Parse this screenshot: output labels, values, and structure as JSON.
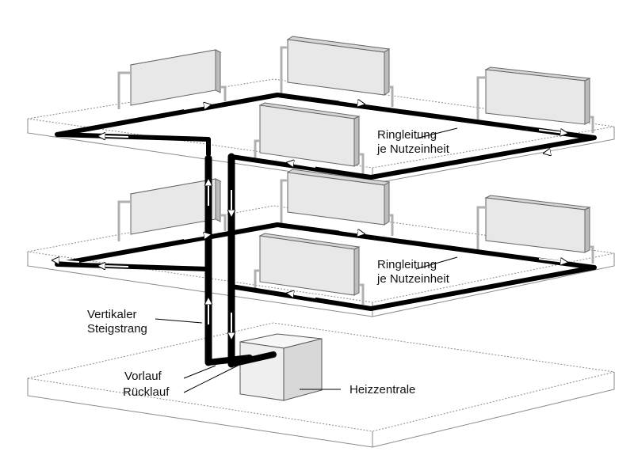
{
  "labels": {
    "ring_upper_1": "Ringleitung",
    "ring_upper_2": "je Nutzeinheit",
    "ring_lower_1": "Ringleitung",
    "ring_lower_2": "je Nutzeinheit",
    "riser_1": "Vertikaler",
    "riser_2": "Steigstrang",
    "supply": "Vorlauf",
    "return": "Rücklauf",
    "boiler": "Heizzentrale"
  },
  "colors": {
    "pipe": "#000000",
    "slab_edge": "#8a8a8a",
    "radiator_face": "#e8e8e8",
    "radiator_side": "#bdbdbd",
    "boiler_front": "#efefef",
    "boiler_top": "#f7f7f7",
    "boiler_side": "#d8d8d8",
    "valve": "#b0b0b0"
  }
}
